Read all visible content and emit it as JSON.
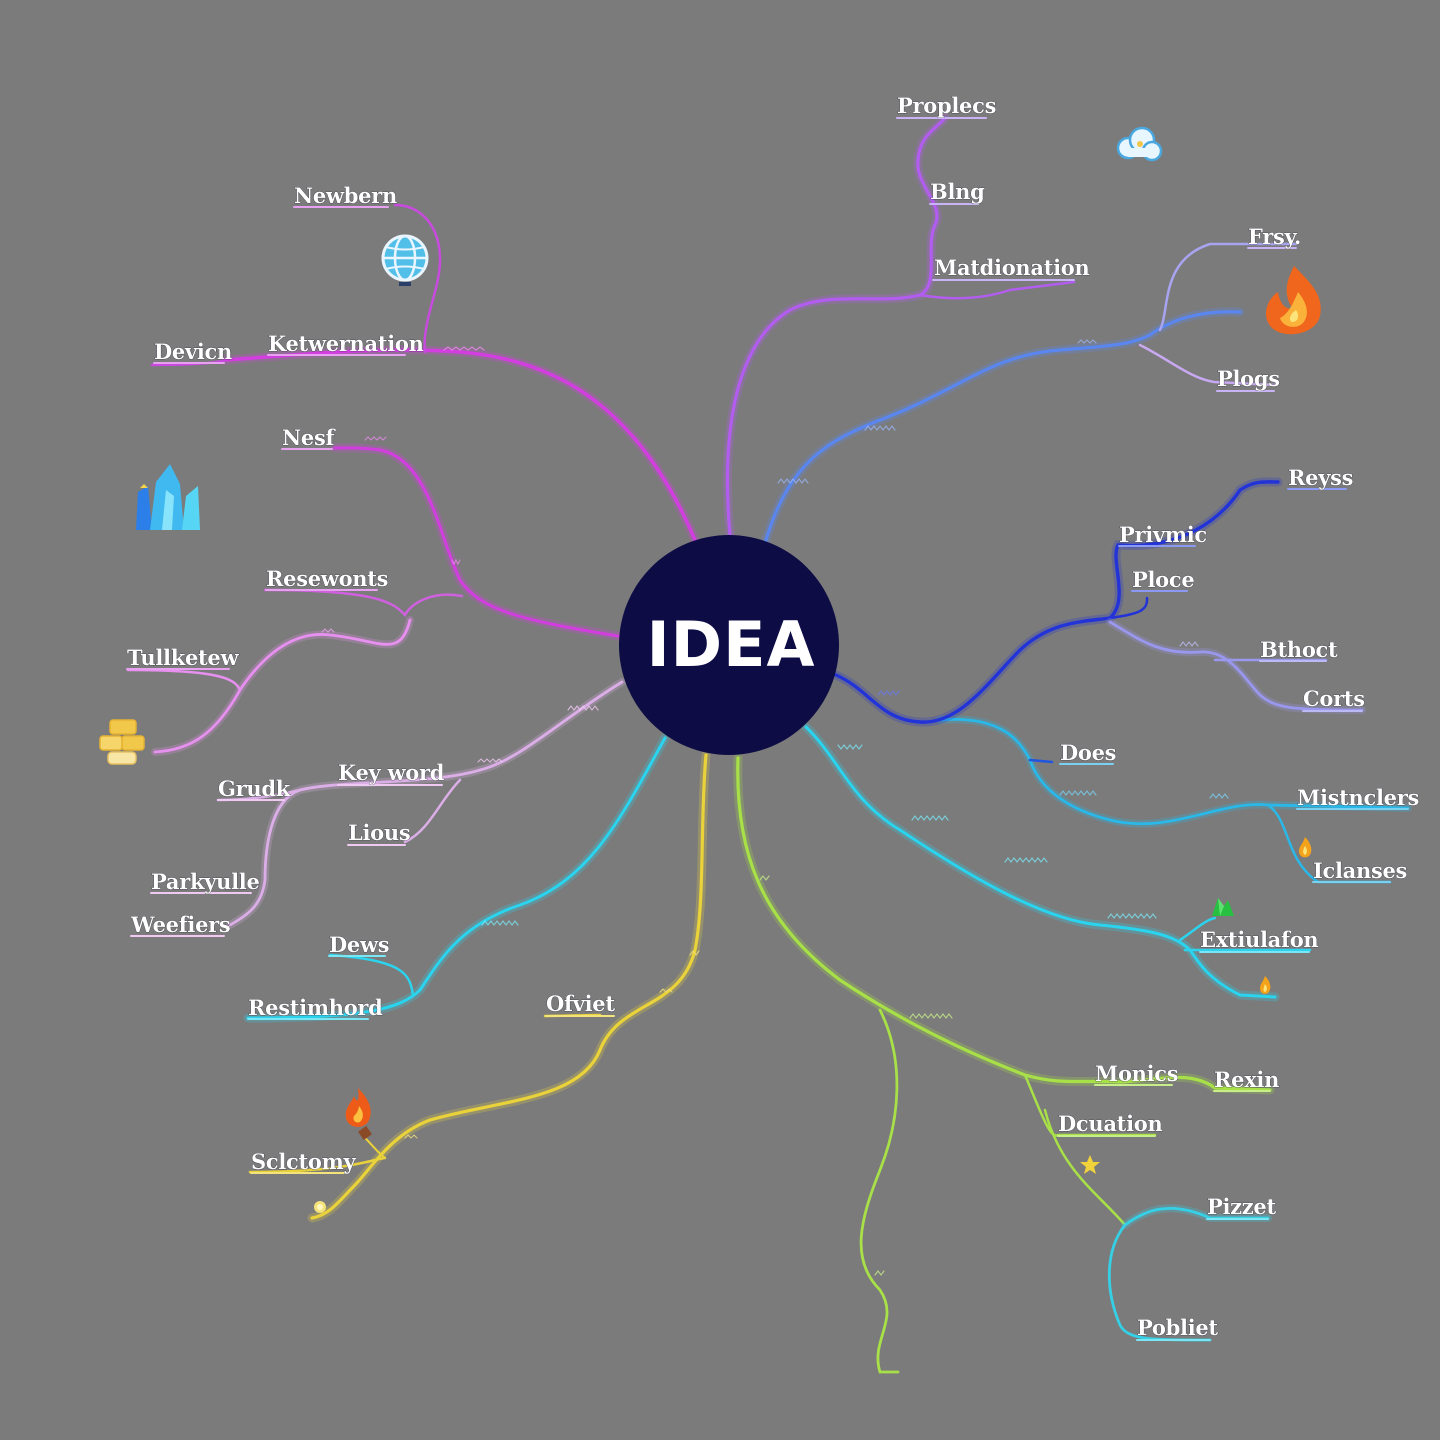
{
  "center": {
    "label": "IDEA",
    "fill": "#0d0c45"
  },
  "colors": {
    "background": "#7b7b7b",
    "magenta": "#d23ee0",
    "violet": "#b25df0",
    "blue": "#5a86f0",
    "darkblue": "#2233d8",
    "periwinkle": "#9a97ee",
    "cyan": "#2ad4ee",
    "yellow": "#ead23a",
    "lime": "#a8e048",
    "pink": "#e790f0",
    "lavender": "#dcaee8"
  },
  "nodes": {
    "proplecs": "Proplecs",
    "blng": "Blng",
    "matdionation": "Matdionation",
    "frsy": "Frsy.",
    "plogs": "Plogs",
    "newbern": "Newbern",
    "devicn": "Devicn",
    "ketwernation": "Ketwernation",
    "nesf": "Nesf",
    "resewonts": "Resewonts",
    "tullketew": "Tullketew",
    "grudk": "Grudk",
    "keyword": "Key word",
    "lious": "Lious",
    "parkyulle": "Parkyulle",
    "weefiers": "Weefiers",
    "dews": "Dews",
    "restimhord": "Restimhord",
    "ofviet": "Ofviet",
    "sclctomy": "Sclctomy",
    "reyss": "Reyss",
    "privmic": "Privmic",
    "ploce": "Ploce",
    "bthoct": "Bthoct",
    "corts": "Corts",
    "does": "Does",
    "mistnclers": "Mistnclers",
    "iclanses": "Iclanses",
    "extiulafon": "Extiulafon",
    "monics": "Monics",
    "rexin": "Rexin",
    "dcuation": "Dcuation",
    "pizzet": "Pizzet",
    "pobliet": "Pobliet"
  },
  "icons": [
    "globe-icon",
    "cloud-icon",
    "fire-icon",
    "ice-crystal-icon",
    "cheese-icon",
    "torch-icon",
    "green-leaf-icon",
    "small-flame-icon",
    "star-icon",
    "spark-icon"
  ]
}
